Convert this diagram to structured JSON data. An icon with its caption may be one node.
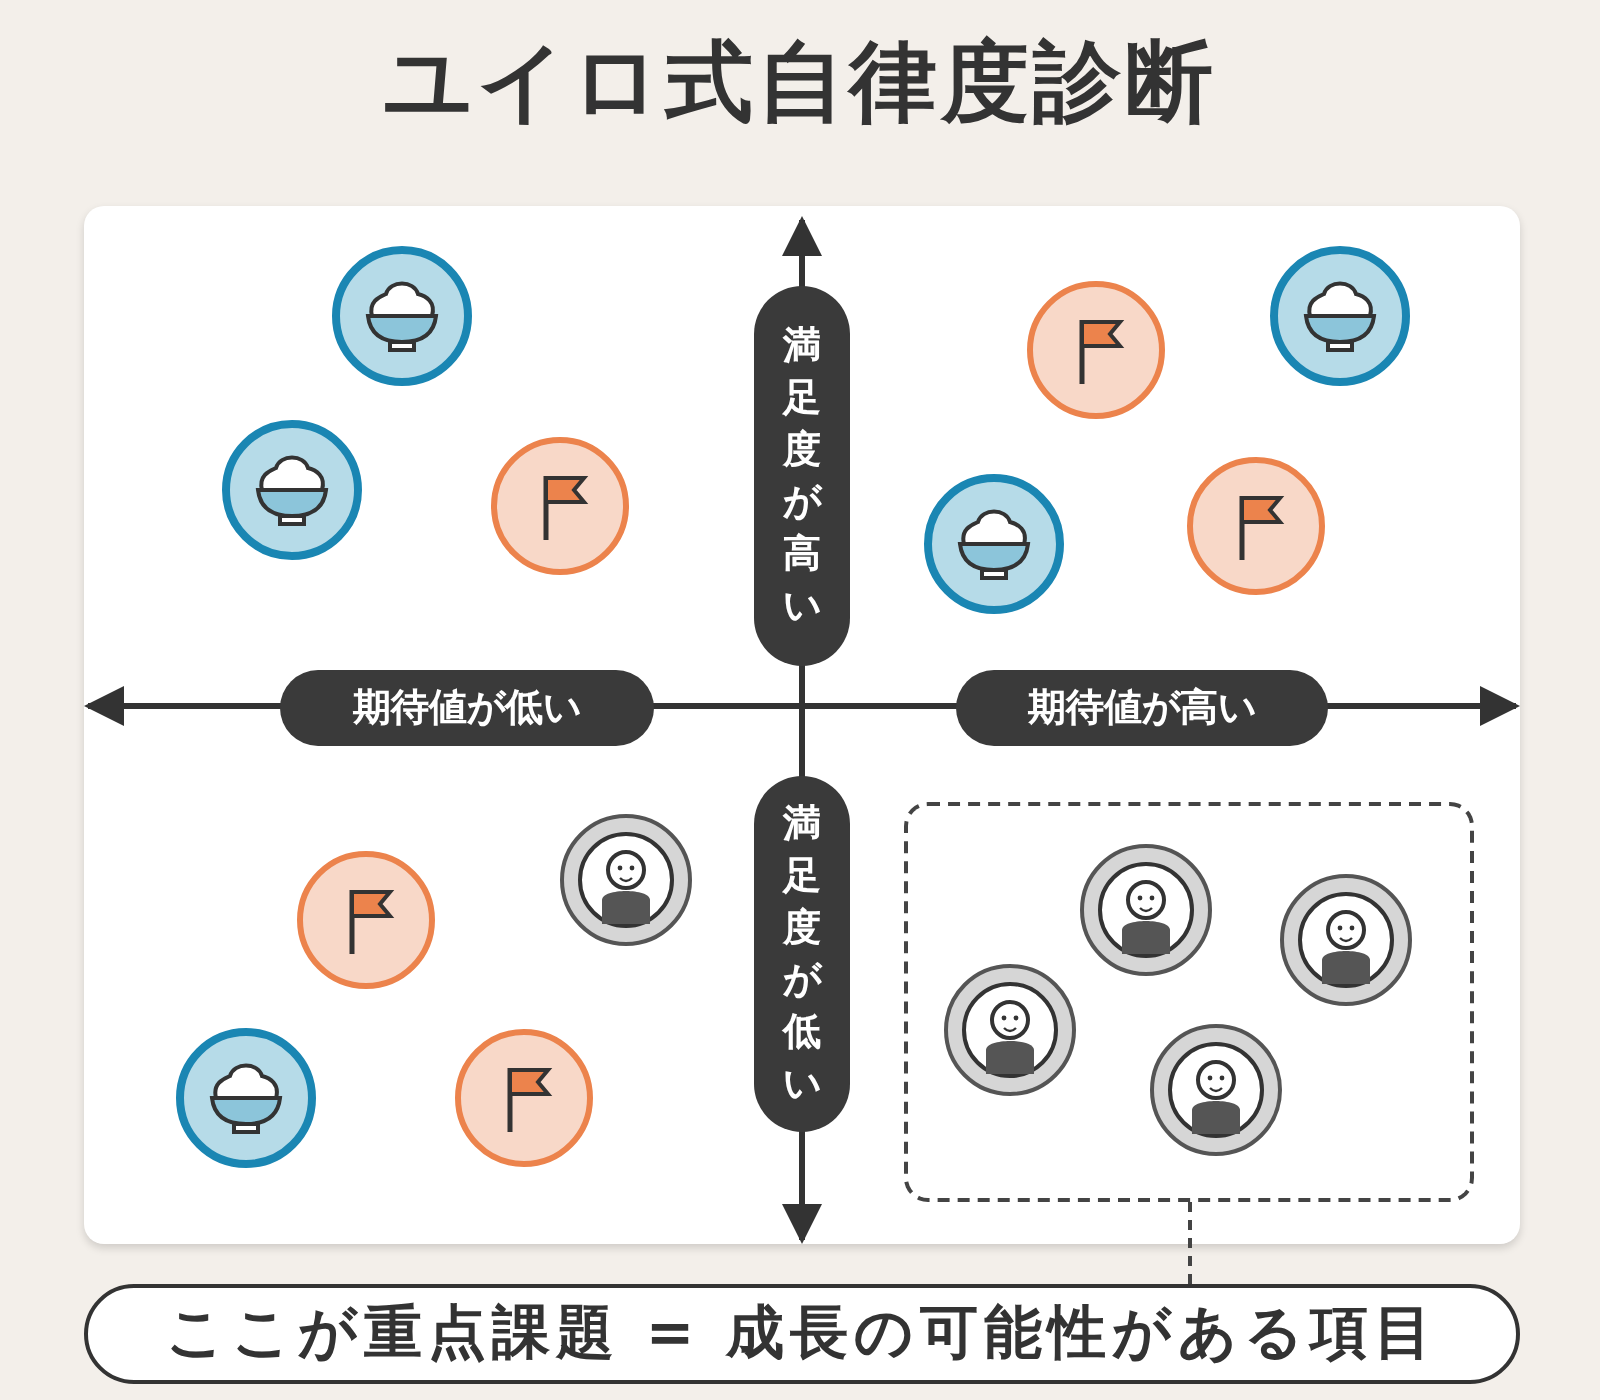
{
  "diagram": {
    "title": "ユイロ式自律度診断",
    "nodes": [
      {
        "text": [
          "満足度が高い"
        ]
      },
      {
        "text": [
          "期待値が低い"
        ]
      },
      {
        "text": [
          "期待値が高い"
        ]
      },
      {
        "text": [
          "満足度が低い"
        ]
      },
      {
        "text": [],
        "shape": "box"
      },
      {
        "text": [
          "ここが重点課題 = 成長の可能性がある項目"
        ]
      }
    ],
    "edges": [
      {
        "from": 5,
        "to": 4,
        "arrow": "none",
        "style": "dashed"
      }
    ]
  }
}
